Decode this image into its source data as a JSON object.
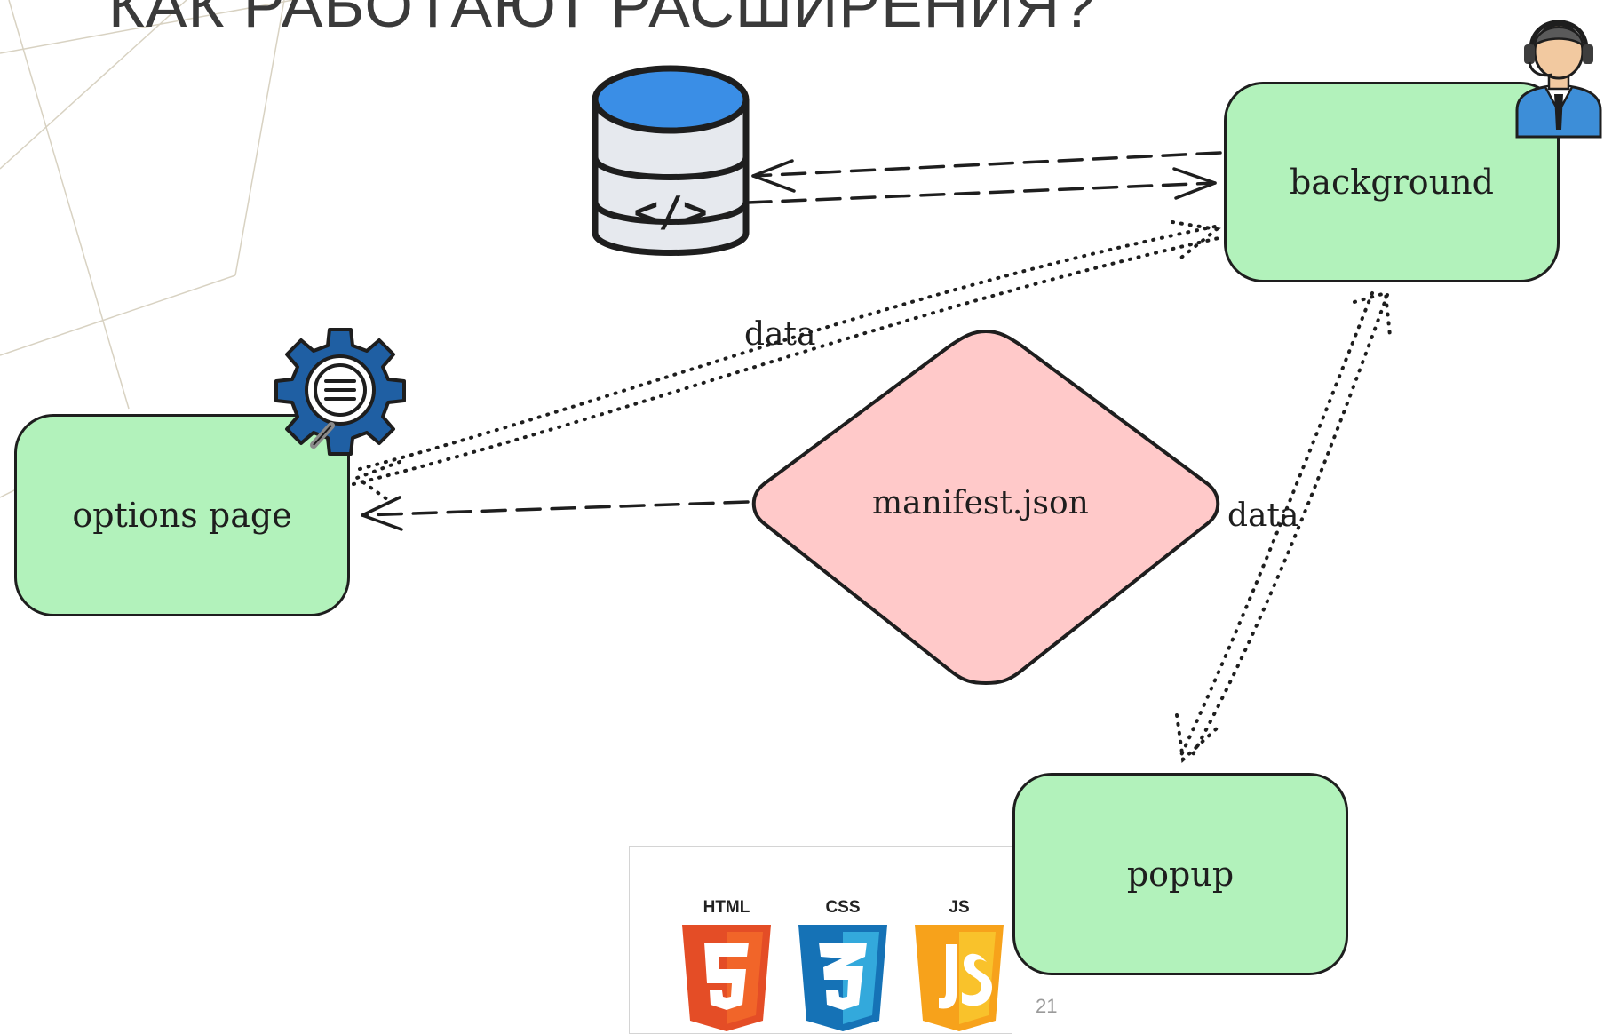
{
  "slide": {
    "title": "КАК РАБОТАЮТ РАСШИРЕНИЯ?",
    "page_number": "21"
  },
  "nodes": {
    "background": "background",
    "options": "options page",
    "popup": "popup",
    "manifest": "manifest.json"
  },
  "edge_labels": {
    "options_background": "data",
    "background_popup": "data"
  },
  "tech": {
    "html": "HTML",
    "css": "CSS",
    "js": "JS"
  },
  "colors": {
    "node_fill": "#b2f2bb",
    "manifest_fill": "#ffc9c9",
    "db_blue": "#3a8ee6",
    "gear_blue": "#1f5fa3",
    "html_orange": "#e44d26",
    "css_blue": "#1572b6",
    "js_yellow": "#f7a21b"
  },
  "icons": [
    "database-code-icon",
    "support-agent-icon",
    "settings-gear-icon",
    "html5-logo",
    "css3-logo",
    "js-logo"
  ]
}
